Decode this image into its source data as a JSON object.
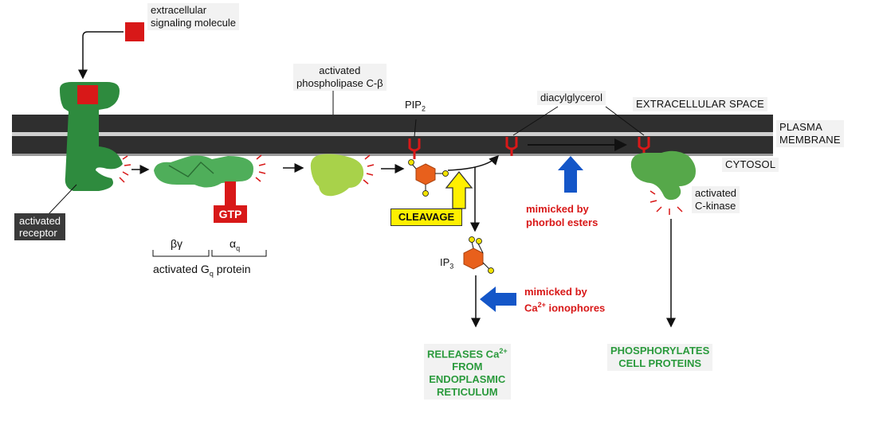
{
  "labels": {
    "signal": [
      "extracellular",
      "signaling molecule"
    ],
    "receptor": [
      "activated",
      "receptor"
    ],
    "plc": [
      "activated",
      "phospholipase C-β"
    ],
    "pip2": "PIP",
    "pip2_sub": "2",
    "dag": "diacylglycerol",
    "extracellular_space": "EXTRACELLULAR SPACE",
    "plasma_membrane": [
      "PLASMA",
      "MEMBRANE"
    ],
    "cytosol": "CYTOSOL",
    "gtp": "GTP",
    "cleavage": "CLEAVAGE",
    "beta_gamma": "βγ",
    "alpha_q": "α",
    "alpha_q_sub": "q",
    "gq_protein": "activated G",
    "gq_protein_sub": "q",
    "gq_protein_end": " protein",
    "ip3": "IP",
    "ip3_sub": "3",
    "phorbol": [
      "mimicked by",
      "phorbol esters"
    ],
    "ionophore_line1": "mimicked by",
    "ionophore_ca": "Ca",
    "ionophore_sup": "2+",
    "ionophore_end": " ionophores",
    "ckinase": [
      "activated",
      "C-kinase"
    ],
    "releases_line1": "RELEASES Ca",
    "releases_sup": "2+",
    "releases_rest": [
      "FROM",
      "ENDOPLASMIC",
      "RETICULUM"
    ],
    "phosphorylates": [
      "PHOSPHORYLATES",
      "CELL PROTEINS"
    ]
  },
  "colors": {
    "receptor_green": "#2e8b3e",
    "gprotein_green": "#4fae5a",
    "plc_green": "#a8d24a",
    "ckinase_green": "#56a84a",
    "signal_red": "#d81818",
    "membrane_dark": "#2f2f2f",
    "ip_orange": "#e8601c",
    "phosphate_yellow": "#f2e200",
    "mimic_blue": "#1456c8",
    "cleavage_yellow": "#fff000",
    "result_green": "#2a9a3c"
  }
}
